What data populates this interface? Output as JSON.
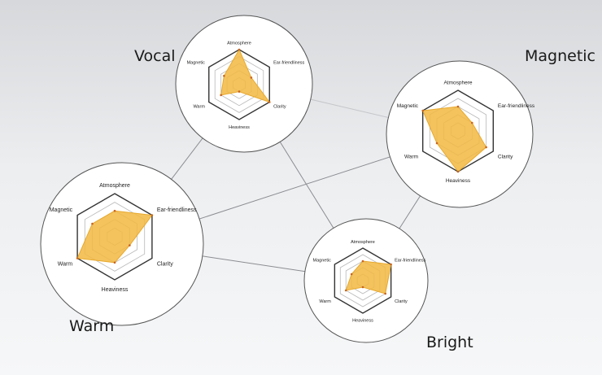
{
  "axes": [
    "Atmosphere",
    "Ear-friendliness",
    "Clarity",
    "Heaviness",
    "Warm",
    "Magnetic"
  ],
  "colors": {
    "fill": "#f2b942",
    "stroke": "#e8a92c",
    "point": "#c8641e",
    "grid": "#999999",
    "outer": "#333333"
  },
  "chart_data": [
    {
      "type": "radar",
      "title": "Vocal",
      "range": [
        0,
        5
      ],
      "values": [
        5,
        2,
        5,
        1,
        3,
        2.5
      ]
    },
    {
      "type": "radar",
      "title": "Magnetic",
      "range": [
        0,
        5
      ],
      "values": [
        3,
        2,
        4,
        5,
        3,
        5
      ]
    },
    {
      "type": "radar",
      "title": "Warm",
      "range": [
        0,
        5
      ],
      "values": [
        3,
        5,
        2,
        3,
        5,
        3
      ]
    },
    {
      "type": "radar",
      "title": "Bright",
      "range": [
        0,
        5
      ],
      "values": [
        3,
        5,
        4,
        1,
        3,
        2
      ]
    }
  ],
  "links": [
    [
      0,
      1
    ],
    [
      0,
      2
    ],
    [
      0,
      3
    ],
    [
      2,
      1
    ],
    [
      2,
      3
    ],
    [
      1,
      3
    ]
  ]
}
